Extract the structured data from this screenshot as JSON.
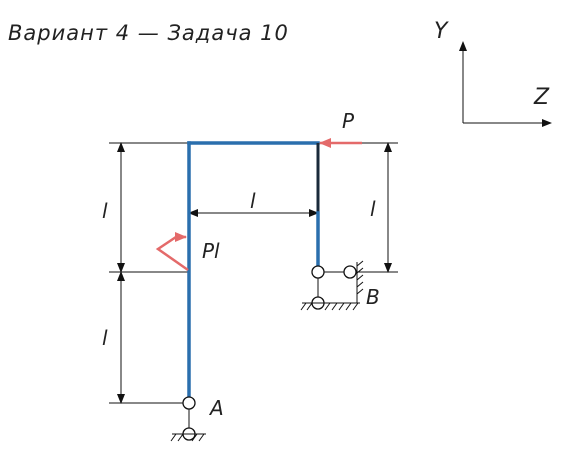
{
  "title": "Вариант 4  —  Задача 10",
  "axes": {
    "y_label": "Y",
    "z_label": "Z"
  },
  "loads": {
    "force_label": "P",
    "moment_label": "Pl",
    "color": "#e46a6a"
  },
  "supports": {
    "a_label": "A",
    "b_label": "B"
  },
  "dimensions": {
    "left_upper": "l",
    "left_lower": "l",
    "right": "l",
    "horizontal": "l"
  },
  "colors": {
    "beam": "#2a6fad",
    "lines": "#111111"
  }
}
